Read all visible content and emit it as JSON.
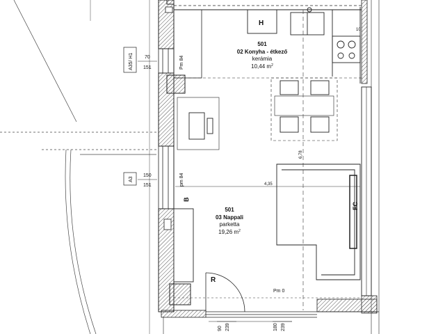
{
  "rooms": {
    "kitchen": {
      "number": "501",
      "name": "02 Konyha - étkező",
      "floor": "kerámia",
      "area": "10,44 m",
      "area_sup": "2"
    },
    "living": {
      "number": "501",
      "name": "03 Nappali",
      "floor": "parketta",
      "area": "19,26 m",
      "area_sup": "2"
    }
  },
  "windows": [
    {
      "tag": "A35/ H1",
      "dim_top": "70",
      "dim_bottom": "151",
      "label": "Pm 84"
    },
    {
      "tag": "A3",
      "dim_top": "150",
      "dim_bottom": "151",
      "label": "pm 84"
    }
  ],
  "dimensions": {
    "width": "4,35",
    "length": "6,78",
    "top_right": "10"
  },
  "door_label": "Pm 0",
  "symbols": {
    "hob": "H",
    "living_b": "B",
    "radiator": "R",
    "fan_coil": "FC"
  },
  "bottom_dims": {
    "d1_top": "90",
    "d1_bottom": "239",
    "d2_top": "180",
    "d2_bottom": "239"
  },
  "colors": {
    "line": "#222222",
    "hatch": "#555555",
    "dim_line": "#333333"
  }
}
